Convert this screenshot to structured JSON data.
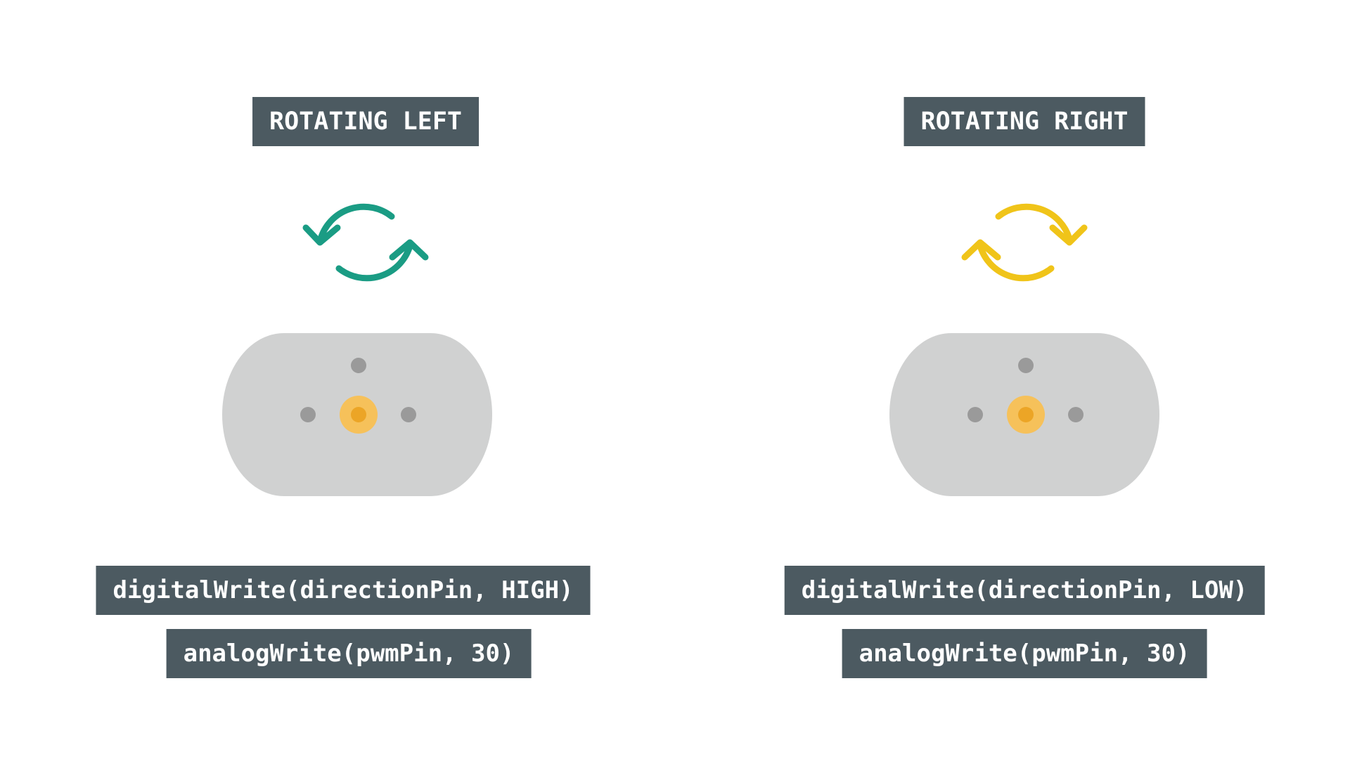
{
  "panels": {
    "left": {
      "title": "ROTATING LEFT",
      "arrow_color": "#1a9c84",
      "icon": "rotate-counterclockwise-icon",
      "code": [
        "digitalWrite(directionPin, HIGH)",
        "analogWrite(pwmPin, 30)"
      ]
    },
    "right": {
      "title": "ROTATING RIGHT",
      "arrow_color": "#f0c419",
      "icon": "rotate-clockwise-icon",
      "code": [
        "digitalWrite(directionPin, LOW)",
        "analogWrite(pwmPin, 30)"
      ]
    }
  },
  "colors": {
    "label_bg": "#4c5a61",
    "label_text": "#ffffff",
    "motor_body": "#d0d1d1",
    "motor_pins": "#9a9a9a",
    "shaft_outer": "#f6c15a",
    "shaft_inner": "#eca526"
  }
}
